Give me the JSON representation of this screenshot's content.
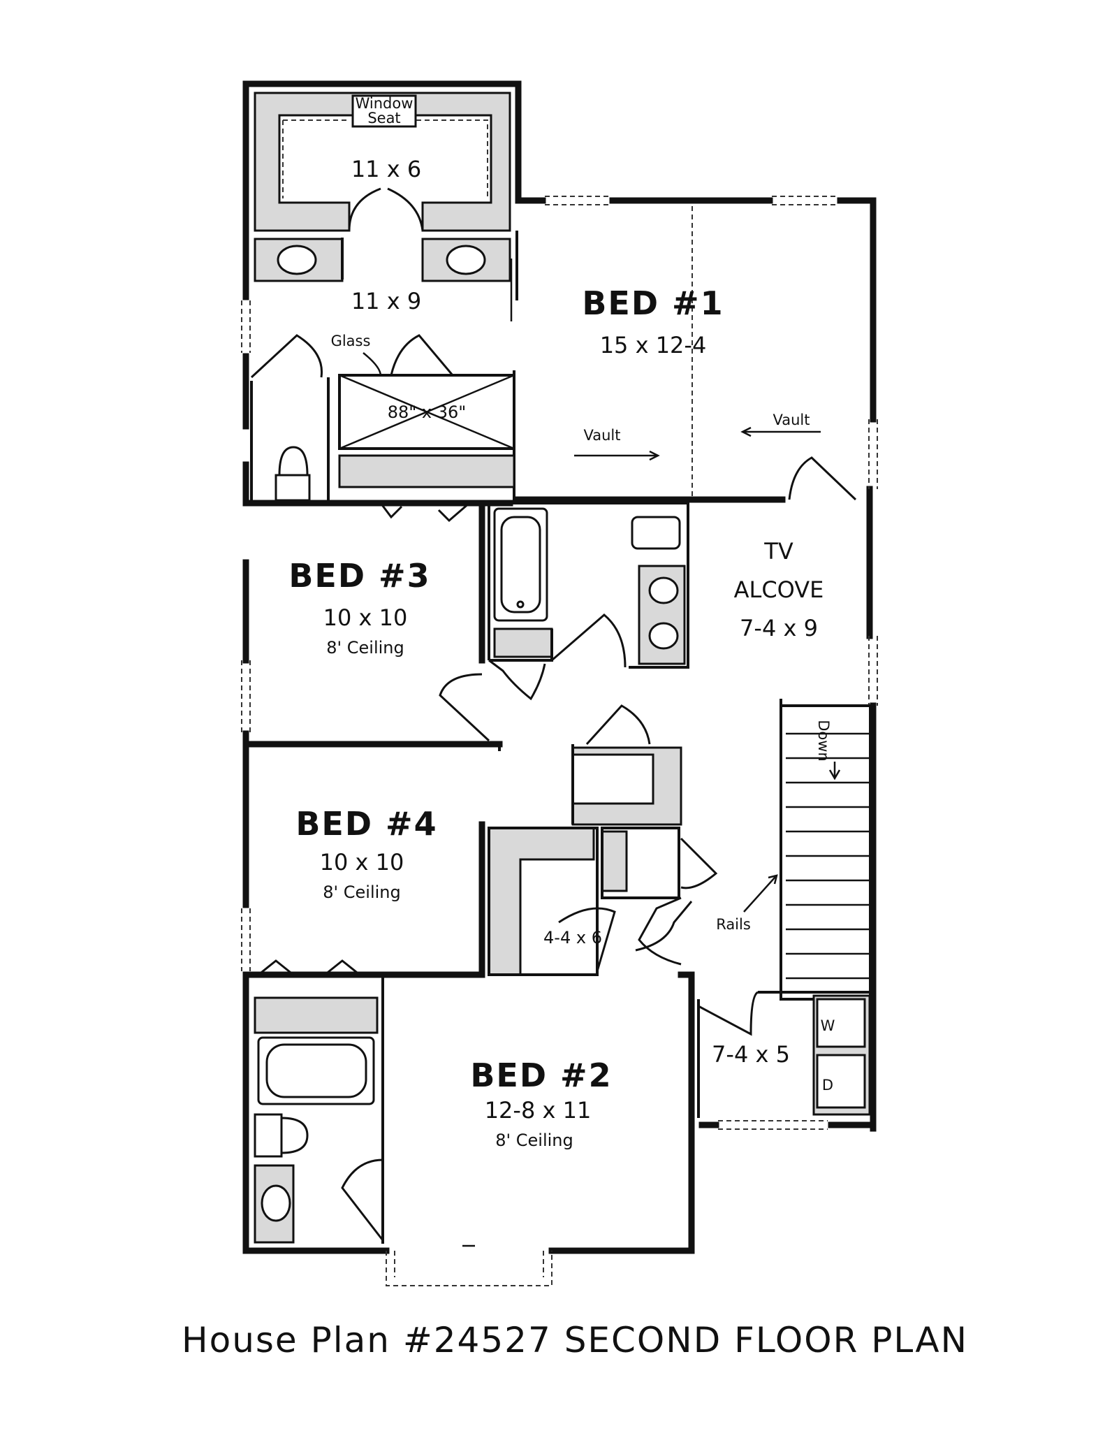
{
  "title": "House Plan #24527 SECOND FLOOR PLAN",
  "rooms": {
    "window_seat_room": {
      "name_line1": "Window",
      "name_line2": "Seat",
      "dims": "11 x 6"
    },
    "master_bath": {
      "dims": "11 x 9",
      "glass": "Glass",
      "shower": "88\" x 36\""
    },
    "bed1": {
      "name": "BED #1",
      "dims": "15 x 12-4",
      "vault_left": "Vault",
      "vault_right": "Vault"
    },
    "bed3": {
      "name": "BED #3",
      "dims": "10 x 10",
      "ceiling": "8' Ceiling"
    },
    "tv_alcove": {
      "line1": "TV",
      "line2": "ALCOVE",
      "dims": "7-4 x 9"
    },
    "bed4": {
      "name": "BED #4",
      "dims": "10 x 10",
      "ceiling": "8' Ceiling"
    },
    "closet": {
      "dims": "4-4 x 6"
    },
    "stairs": {
      "direction": "Down",
      "rails": "Rails"
    },
    "laundry": {
      "dims": "7-4 x 5",
      "washer": "W",
      "dryer": "D"
    },
    "bed2": {
      "name": "BED #2",
      "dims": "12-8 x 11",
      "ceiling": "8' Ceiling"
    }
  }
}
